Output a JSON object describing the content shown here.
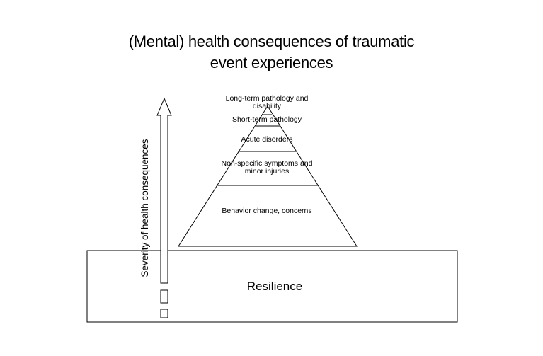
{
  "title": {
    "line1": "(Mental) health consequences of traumatic",
    "line2": "event experiences"
  },
  "axis": {
    "label": "Severity of health consequences",
    "direction": "up"
  },
  "pyramid": {
    "levels": [
      {
        "lines": [
          "Long-term pathology and",
          "disability"
        ]
      },
      {
        "lines": [
          "Short-term pathology"
        ]
      },
      {
        "lines": [
          "Acute disorders"
        ]
      },
      {
        "lines": [
          "Non-specific symptoms and",
          "minor injuries"
        ]
      },
      {
        "lines": [
          "Behavior change, concerns"
        ]
      }
    ]
  },
  "base": {
    "label": "Resilience"
  },
  "colors": {
    "stroke": "#000000",
    "background": "#ffffff"
  }
}
